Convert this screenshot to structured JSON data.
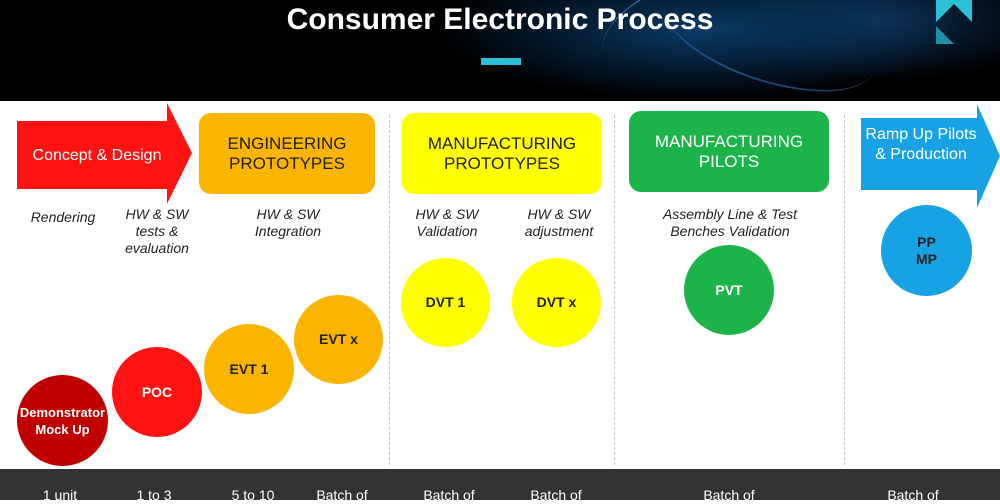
{
  "header": {
    "title": "Consumer Electronic Process"
  },
  "colors": {
    "red": "#ff1212",
    "orange": "#fbb400",
    "yellow": "#ffff00",
    "green": "#1db34b",
    "blue": "#18a2e6",
    "dark_red": "#c00000",
    "footer": "#333333",
    "accent": "#2bc0d8"
  },
  "phases": {
    "concept": "Concept & Design",
    "engineering": "ENGINEERING PROTOTYPES",
    "manufacturing_prototypes": "MANUFACTURING PROTOTYPES",
    "manufacturing_pilots": "MANUFACTURING PILOTS",
    "ramp_up": "Ramp Up Pilots & Production"
  },
  "notes": {
    "rendering": "Rendering",
    "hw_sw_tests": "HW & SW tests & evaluation",
    "hw_sw_integration": "HW & SW Integration",
    "hw_sw_validation": "HW & SW Validation",
    "hw_sw_adjustment": "HW & SW adjustment",
    "assembly_line": "Assembly Line & Test Benches Validation"
  },
  "milestones": {
    "demonstrator": "Demonstrator Mock Up",
    "poc": "POC",
    "evt1": "EVT 1",
    "evtx": "EVT x",
    "dvt1": "DVT 1",
    "dvtx": "DVT x",
    "pvt": "PVT",
    "ppmp": "PP MP"
  },
  "quantities": [
    "1 unit",
    "1 to 3",
    "5 to 10",
    "Batch of",
    "Batch of",
    "Batch of",
    "Batch of",
    "Batch of"
  ]
}
